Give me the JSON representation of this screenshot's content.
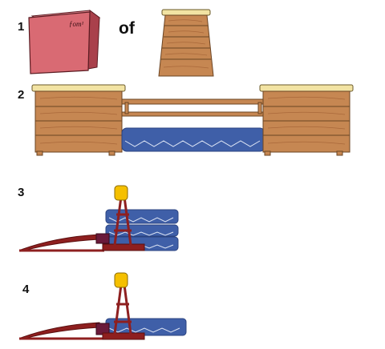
{
  "steps": {
    "s1": "1",
    "s2": "2",
    "s3": "3",
    "s4": "4"
  },
  "connector": "of",
  "cube_text": "ƒom¹",
  "colors": {
    "cube": "#d96a73",
    "wood": "#c68752",
    "wood_dark": "#8b5a2b",
    "vault_top": "#f2e3a3",
    "mat": "#3f5fa8",
    "mat_dark": "#2b4380",
    "stand": "#8e1f1f",
    "light": "#f5c000"
  }
}
